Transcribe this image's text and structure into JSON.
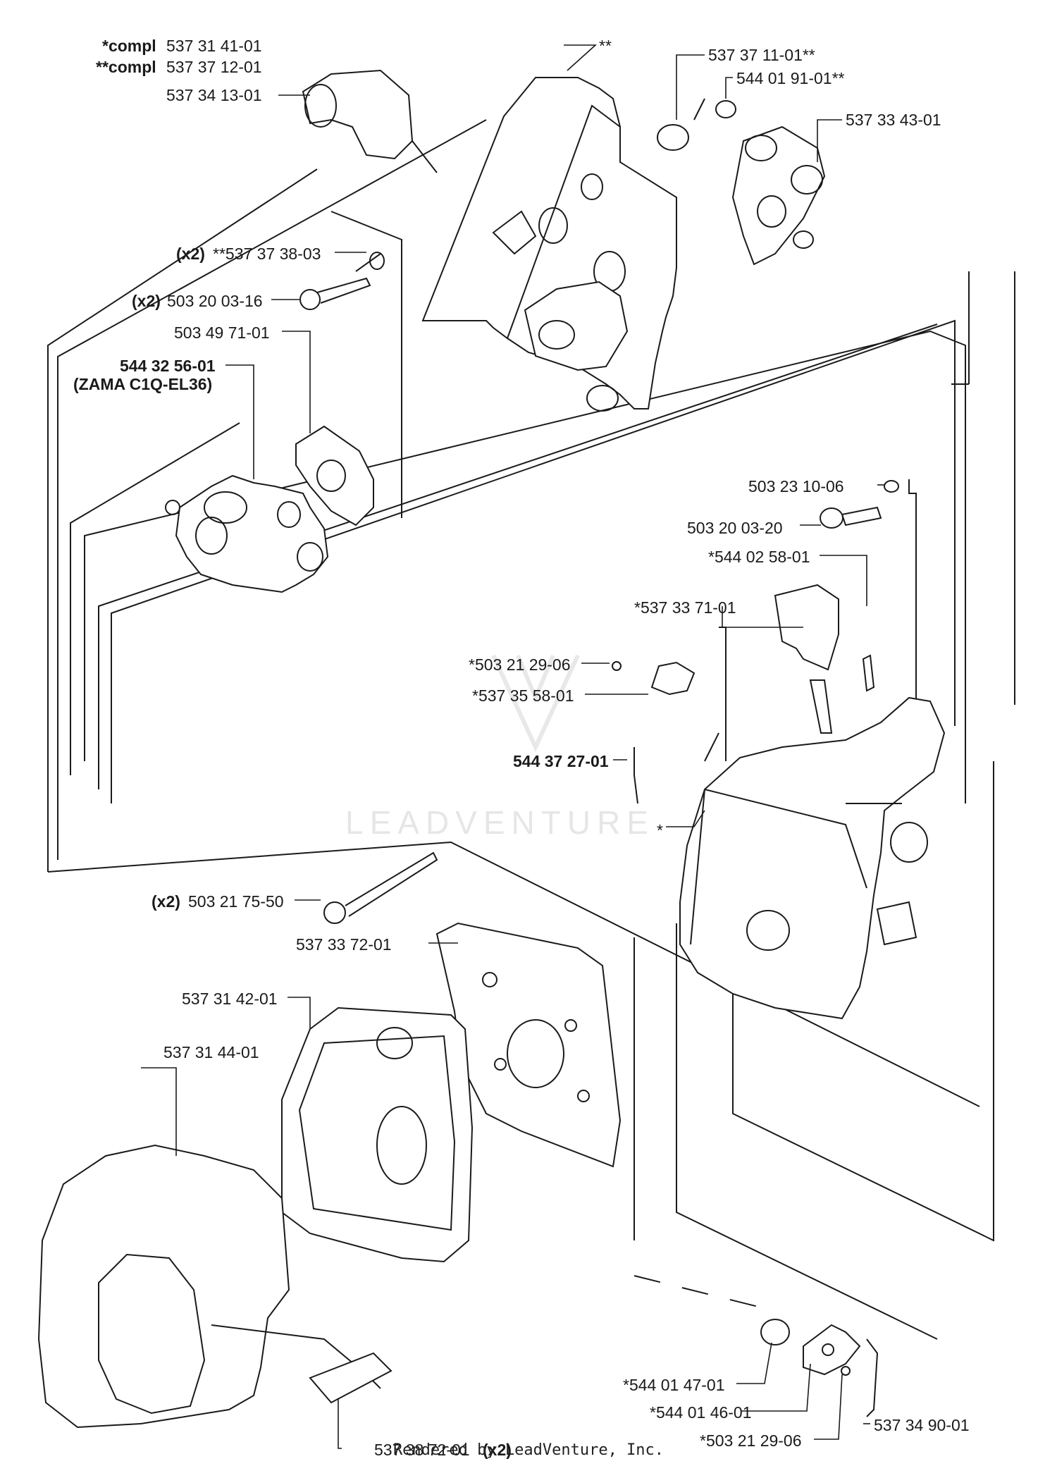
{
  "labels": {
    "compl1_prefix": "*compl",
    "compl1": "537 31 41-01",
    "compl2_prefix": "**compl",
    "compl2": "537 37 12-01",
    "p_537341301": "537 34 13-01",
    "p_dblstar": "**",
    "p_537371101": "537 37 11-01**",
    "p_544019101": "544 01 91-01**",
    "p_537334301": "537 33 43-01",
    "x2_a": "(x2)",
    "p_537373803": "**537 37 38-03",
    "x2_b": "(x2)",
    "p_503200316": "503 20 03-16",
    "p_503497101": "503 49 71-01",
    "p_544325601": "544 32 56-01",
    "p_zama": "(ZAMA C1Q-EL36)",
    "p_503231006": "503 23 10-06",
    "p_503200320": "503 20 03-20",
    "p_544025801": "*544 02 58-01",
    "p_537337101": "*537 33 71-01",
    "p_503212906a": "*503 21 29-06",
    "p_537355801": "*537 35 58-01",
    "p_544372701": "544 37 27-01",
    "p_star": "*",
    "x2_c": "(x2)",
    "p_503217550": "503 21 75-50",
    "p_537337201": "537 33 72-01",
    "p_537314201": "537 31 42-01",
    "p_537314401": "537 31 44-01",
    "p_544014701": "*544 01 47-01",
    "p_544014601": "*544 01 46-01",
    "p_503212906b": "*503 21 29-06",
    "p_537349001": "537 34 90-01",
    "p_537387201": "537 38 72-01",
    "x2_d": "(x2)"
  },
  "watermark": "LEADVENTURE",
  "footer": "Rendered by LeadVenture, Inc."
}
